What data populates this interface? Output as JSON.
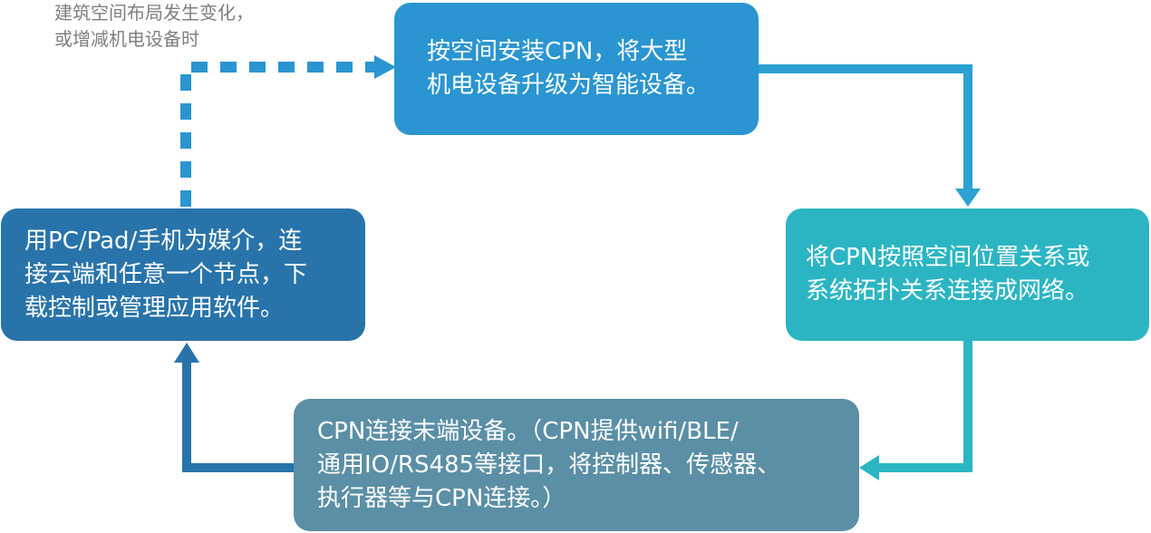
{
  "colors": {
    "install": "#2a95d0",
    "connect": "#2bb5c3",
    "terminal": "#5b8fa6",
    "media": "#2874aa",
    "arrow_dashed": "#2a95d0",
    "arrow_right": "#2ba2d2",
    "arrow_bottom": "#2bb5c3",
    "arrow_left": "#2874aa",
    "note": "#7f7f7f"
  },
  "note": {
    "text": "建筑空间布局发生变化，\n或增减机电设备时"
  },
  "steps": {
    "install": "按空间安装CPN，将大型\n机电设备升级为智能设备。",
    "connect": "将CPN按照空间位置关系或\n系统拓扑关系连接成网络。",
    "terminal": "CPN连接末端设备。（CPN提供wifi/BLE/\n通用IO/RS485等接口，将控制器、传感器、\n执行器等与CPN连接。）",
    "media": "用PC/Pad/手机为媒介，连\n接云端和任意一个节点，下\n载控制或管理应用软件。"
  }
}
